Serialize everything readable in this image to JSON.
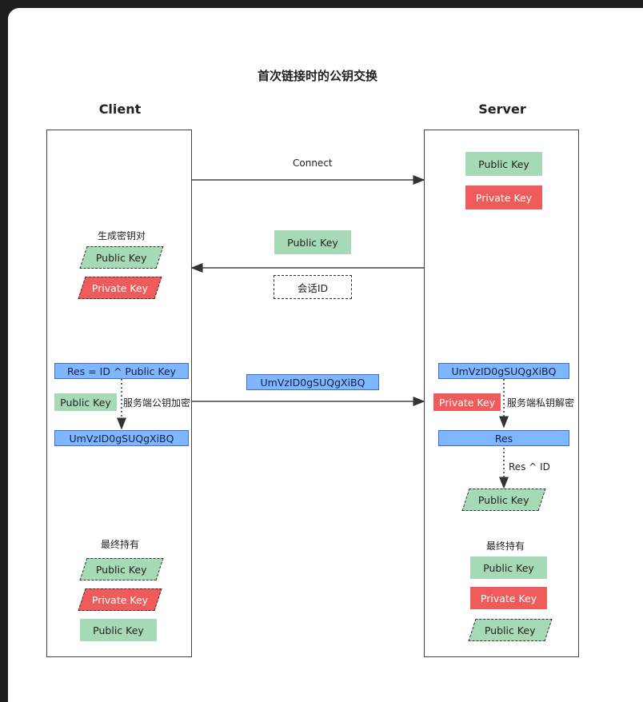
{
  "title": "首次链接时的公钥交换",
  "client_label": "Client",
  "server_label": "Server",
  "messages": {
    "connect": "Connect",
    "server_pubkey": "Public Key",
    "session_id": "会话ID",
    "cipher": "UmVzID0gSUQgXiBQ"
  },
  "client": {
    "gen_label": "生成密钥对",
    "gen_public": "Public Key",
    "gen_private": "Private Key",
    "res_expr": "Res = ID ^ Public Key",
    "server_pub_key": "Public Key",
    "encrypt_note": "服务端公钥加密",
    "cipher": "UmVzID0gSUQgXiBQ",
    "final_label": "最终持有",
    "final_public": "Public Key",
    "final_private": "Private Key",
    "final_server_public": "Public Key"
  },
  "server": {
    "public": "Public Key",
    "private": "Private Key",
    "cipher": "UmVzID0gSUQgXiBQ",
    "private_key": "Private Key",
    "decrypt_note": "服务端私钥解密",
    "res": "Res",
    "res_xor_note": "Res ^ ID",
    "client_public": "Public Key",
    "final_label": "最终持有",
    "final_public": "Public Key",
    "final_private": "Private Key",
    "final_client_public": "Public Key"
  },
  "colors": {
    "public_key": "#a6d9b5",
    "private_key": "#ef5b5b",
    "value_box": "#7fb6ff"
  }
}
